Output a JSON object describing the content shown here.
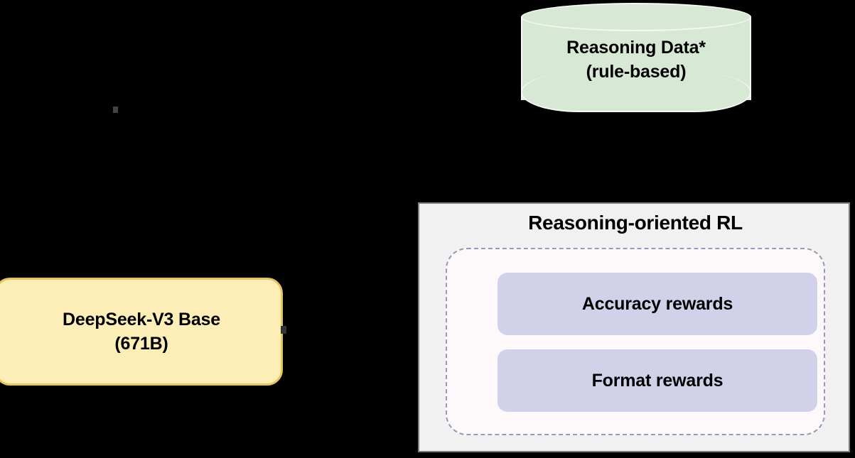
{
  "background_color": "#000000",
  "nodes": {
    "data_cylinder": {
      "name": "Reasoning Data* (rule-based)",
      "line1": "Reasoning Data*",
      "line2": "(rule-based)",
      "fill_color": "#d7e8d4",
      "border_color": "#f4f9f3",
      "shape": "cylinder"
    },
    "base_model": {
      "line1": "DeepSeek-V3 Base",
      "line2": "(671B)",
      "fill_color": "#fdeeb8",
      "border_color": "#e6c55e",
      "shape": "rounded-rectangle"
    },
    "rl_panel": {
      "title": "Reasoning-oriented RL",
      "fill_color": "#f1f1f1",
      "border_color": "#7f7f7f",
      "inner_container": {
        "fill_color": "#fdf8fa",
        "border_color": "#9c97b8",
        "border_style": "dashed",
        "rewards": [
          {
            "label": "Accuracy rewards",
            "fill_color": "#d1d1ea"
          },
          {
            "label": "Format rewards",
            "fill_color": "#d1d1ea"
          }
        ]
      }
    }
  }
}
